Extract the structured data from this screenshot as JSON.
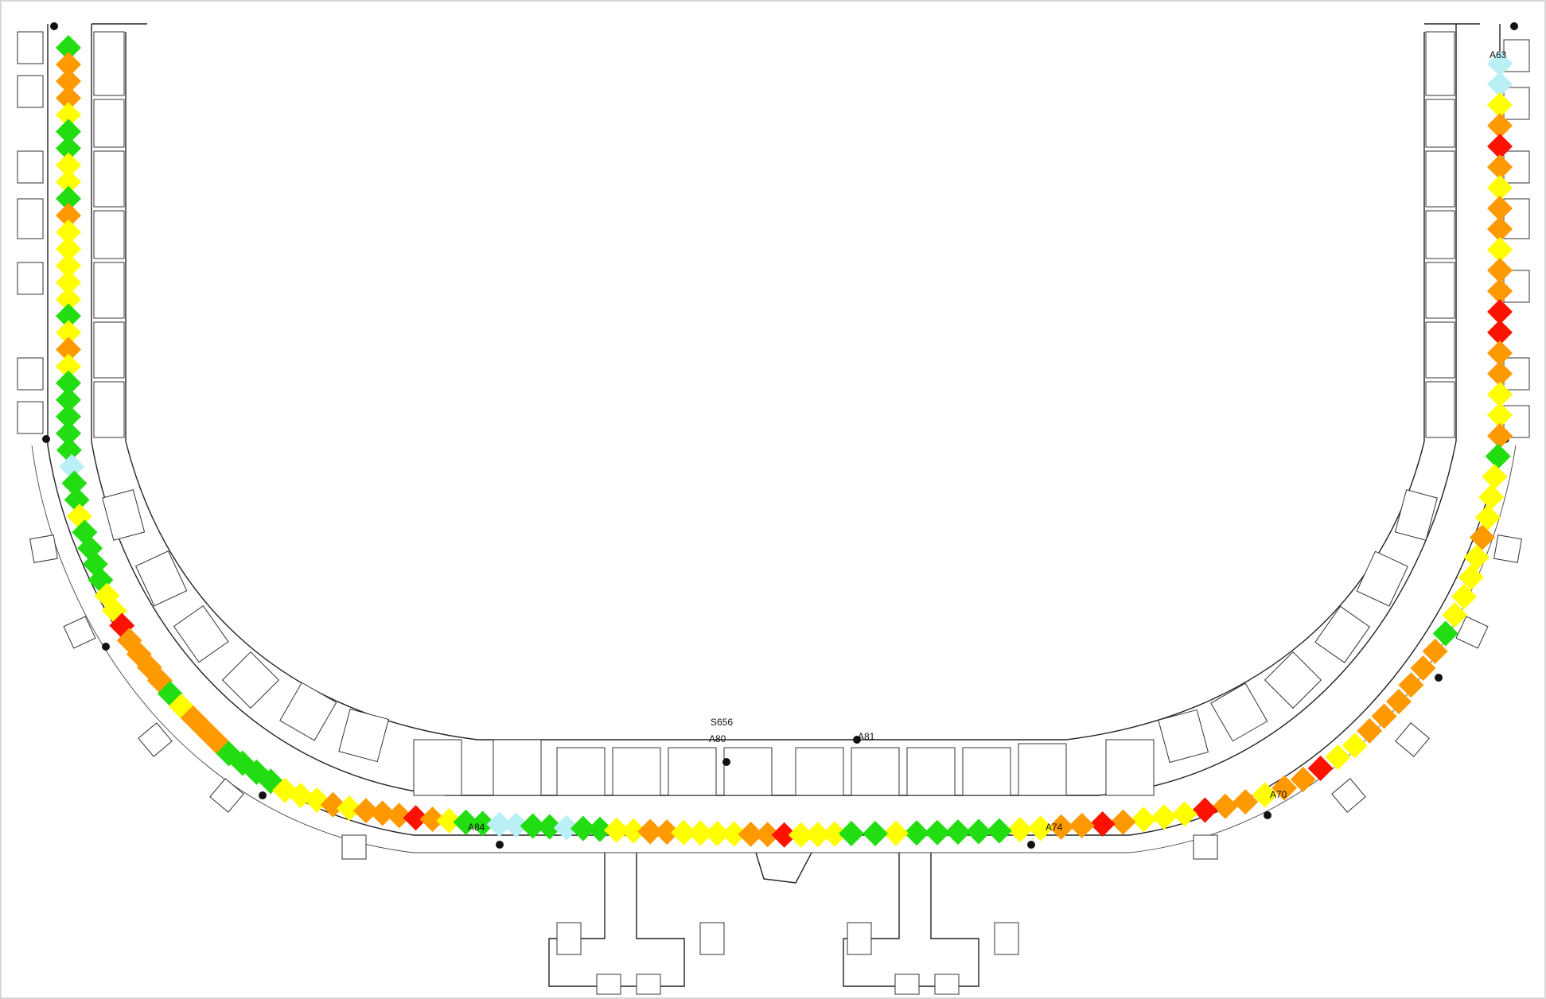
{
  "labels": {
    "a63": "A63",
    "s656": "S656",
    "a80": "A80",
    "a81": "A81",
    "a70": "A70",
    "a84": "A84",
    "a74": "A74"
  },
  "level_colors": {
    "excellent": "#b8f0f5",
    "good": "#22dd11",
    "fair": "#ffff00",
    "poor": "#ff9900",
    "bad": "#ff1100"
  },
  "signal_sequence_left": [
    "good",
    "poor",
    "poor",
    "poor",
    "fair",
    "good",
    "good",
    "fair",
    "fair",
    "good",
    "poor",
    "fair",
    "fair",
    "fair",
    "fair",
    "fair",
    "good",
    "fair",
    "poor",
    "fair",
    "good",
    "good",
    "good",
    "good",
    "good",
    "excellent",
    "good",
    "good",
    "fair",
    "good",
    "good",
    "good",
    "good",
    "fair",
    "fair",
    "bad",
    "poor",
    "poor",
    "poor",
    "poor",
    "good",
    "fair",
    "poor",
    "poor",
    "poor",
    "good",
    "good",
    "good",
    "good",
    "fair",
    "fair",
    "fair",
    "poor",
    "fair",
    "poor",
    "poor",
    "poor",
    "bad",
    "poor",
    "fair",
    "good",
    "good",
    "excellent",
    "excellent",
    "good",
    "good",
    "excellent",
    "good",
    "good",
    "fair",
    "fair",
    "poor",
    "poor",
    "fair",
    "fair",
    "fair",
    "fair",
    "poor",
    "poor",
    "bad",
    "fair",
    "fair",
    "fair",
    "good"
  ],
  "signal_sequence_right": [
    "excellent",
    "excellent",
    "fair",
    "poor",
    "bad",
    "poor",
    "fair",
    "poor",
    "poor",
    "fair",
    "poor",
    "poor",
    "bad",
    "bad",
    "poor",
    "poor",
    "fair",
    "fair",
    "poor",
    "good",
    "fair",
    "fair",
    "fair",
    "poor",
    "fair",
    "fair",
    "fair",
    "fair",
    "good",
    "poor",
    "poor",
    "poor",
    "poor",
    "poor",
    "poor",
    "fair",
    "fair",
    "bad",
    "poor",
    "poor",
    "fair",
    "poor",
    "poor",
    "bad",
    "fair",
    "fair",
    "fair",
    "poor",
    "bad",
    "poor",
    "poor",
    "fair",
    "fair",
    "good",
    "good",
    "good",
    "good",
    "good",
    "fair",
    "good"
  ]
}
